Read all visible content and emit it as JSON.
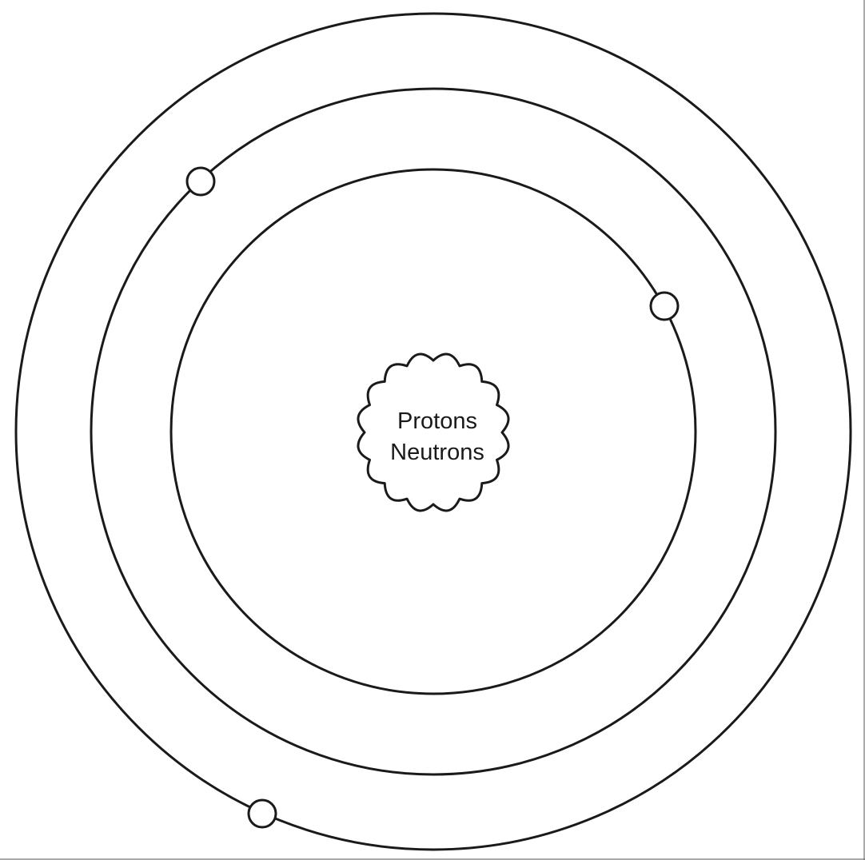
{
  "nucleus": {
    "line1": "Protons",
    "line2": "Neutrons"
  },
  "orbits": [
    {
      "name": "inner-orbit",
      "electrons": 1
    },
    {
      "name": "middle-orbit",
      "electrons": 1
    },
    {
      "name": "outer-orbit",
      "electrons": 1
    }
  ],
  "colors": {
    "stroke": "#1a1a1a",
    "background": "#ffffff"
  }
}
